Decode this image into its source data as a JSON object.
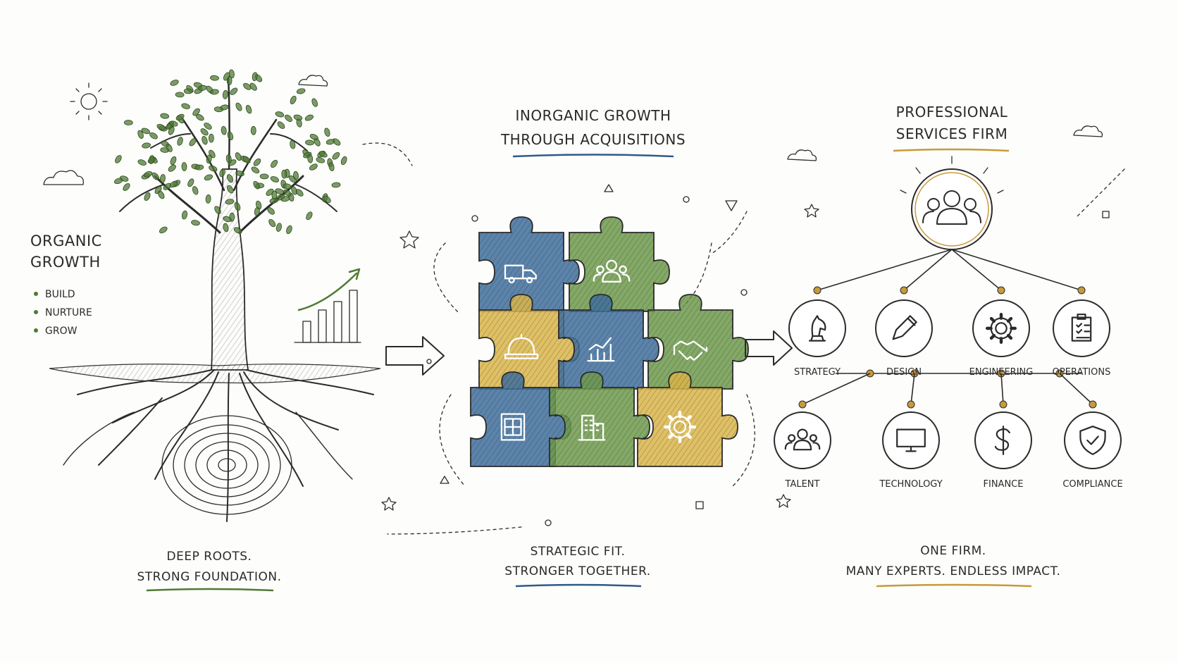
{
  "organic": {
    "title_line1": "ORGANIC",
    "title_line2": "GROWTH",
    "bullets": [
      "BUILD",
      "NURTURE",
      "GROW"
    ],
    "caption_line1": "DEEP ROOTS.",
    "caption_line2": "STRONG FOUNDATION.",
    "accent": "#4f7a34"
  },
  "inorganic": {
    "title_line1": "INORGANIC GROWTH",
    "title_line2": "THROUGH ACQUISITIONS",
    "caption_line1": "STRATEGIC FIT.",
    "caption_line2": "STRONGER TOGETHER.",
    "accent": "#2f5a8a",
    "pieces": [
      {
        "color": "#3f6f9c",
        "icon": "truck-icon"
      },
      {
        "color": "#6f9a4c",
        "icon": "people-icon"
      },
      {
        "color": "#d9b54a",
        "icon": "hard-hat-icon"
      },
      {
        "color": "#3f6f9c",
        "icon": "bar-chart-icon"
      },
      {
        "color": "#6f9a4c",
        "icon": "handshake-icon"
      },
      {
        "color": "#3f6f9c",
        "icon": "blueprint-icon"
      },
      {
        "color": "#6f9a4c",
        "icon": "building-icon"
      },
      {
        "color": "#d9b54a",
        "icon": "gear-icon"
      }
    ]
  },
  "firm": {
    "title_line1": "PROFESSIONAL",
    "title_line2": "SERVICES FIRM",
    "caption_line1": "ONE FIRM.",
    "caption_line2": "MANY EXPERTS. ENDLESS IMPACT.",
    "accent": "#c79a3a",
    "row1": [
      {
        "label": "STRATEGY",
        "icon": "chess-knight-icon"
      },
      {
        "label": "DESIGN",
        "icon": "pencil-icon"
      },
      {
        "label": "ENGINEERING",
        "icon": "gear-icon"
      },
      {
        "label": "OPERATIONS",
        "icon": "clipboard-icon"
      }
    ],
    "row2": [
      {
        "label": "TALENT",
        "icon": "people-icon"
      },
      {
        "label": "TECHNOLOGY",
        "icon": "monitor-icon"
      },
      {
        "label": "FINANCE",
        "icon": "dollar-icon"
      },
      {
        "label": "COMPLIANCE",
        "icon": "shield-check-icon"
      }
    ]
  }
}
